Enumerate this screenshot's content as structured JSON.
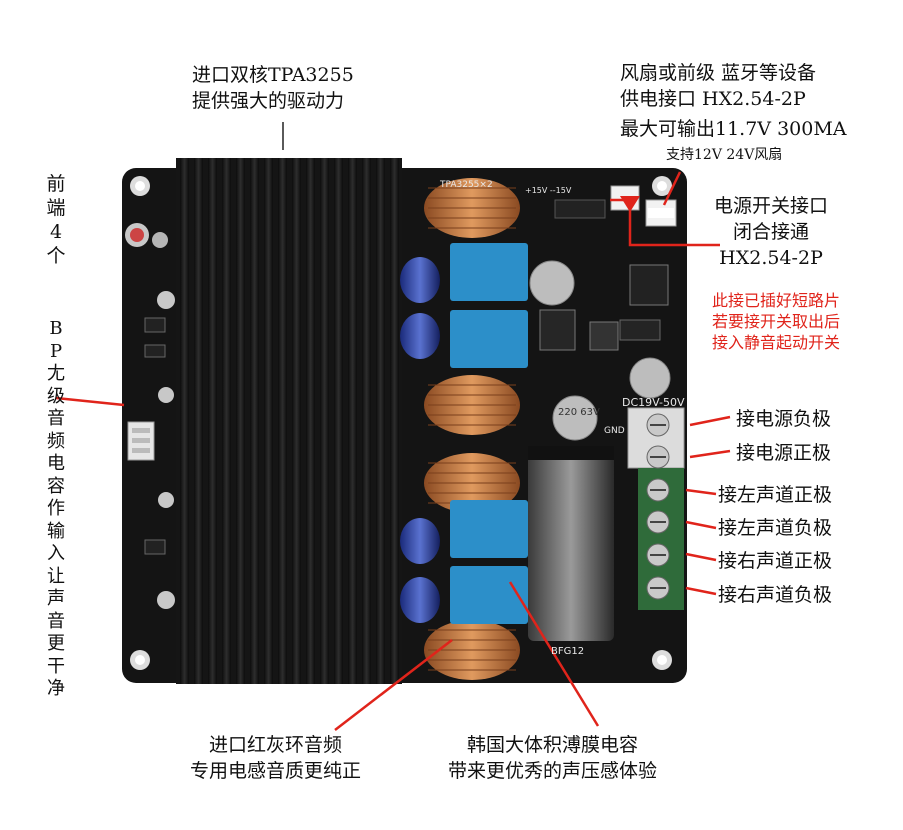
{
  "annotations": {
    "heatsink": [
      "进口双核TPA3255",
      "提供强大的驱动力"
    ],
    "fan_power": [
      "风扇或前级 蓝牙等设备",
      "供电接口 HX2.54-2P",
      "最大可输出11.7V 300MA"
    ],
    "fan_support": "支持12V 24V风扇",
    "power_switch": [
      "电源开关接口",
      "闭合接通",
      "HX2.54-2P"
    ],
    "short_note": [
      "此接已插好短路片",
      "若要接开关取出后",
      "接入静音起动开关"
    ],
    "front_stage": "前端4个",
    "bp_caps": "BP尢级音频电容作输入让声音更干净",
    "terminals": [
      "接电源负极",
      "接电源正极",
      "接左声道正极",
      "接左声道负极",
      "接右声道正极",
      "接右声道负极"
    ],
    "inductor": [
      "进口红灰环音频",
      "专用电感音质更纯正"
    ],
    "film_cap": [
      "韩国大体积溥膜电容",
      "带来更优秀的声压感体验"
    ]
  },
  "board_print": {
    "chip": "TPA3255×2",
    "voltage": "+15V  --15V",
    "dc_range": "DC19V-50V",
    "cap_220": "220 63V",
    "gnd": "GND",
    "cap_code": "BFG12"
  },
  "colors": {
    "pcb": "#141414",
    "heatsink": "#1c1c1c",
    "copper": "#c9753d",
    "relay_blue": "#2c8fc9",
    "arrow_red": "#e0241b",
    "terminal_green": "#2f6b3a"
  }
}
